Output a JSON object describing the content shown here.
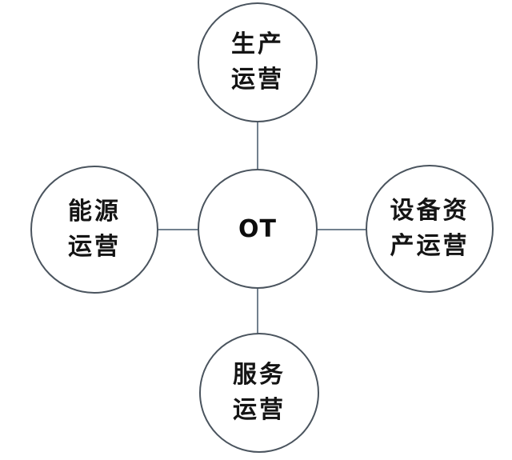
{
  "diagram": {
    "title": "OT operations hub diagram",
    "center": {
      "label": "OT"
    },
    "nodes": [
      {
        "id": "top",
        "position": "top",
        "lines": [
          "生产",
          "运营"
        ],
        "full_label": "生产运营"
      },
      {
        "id": "left",
        "position": "left",
        "lines": [
          "能源",
          "运营"
        ],
        "full_label": "能源运营"
      },
      {
        "id": "right",
        "position": "right",
        "lines": [
          "设备资",
          "产运营"
        ],
        "full_label": "设备资产运营"
      },
      {
        "id": "bottom",
        "position": "bottom",
        "lines": [
          "服务",
          "运营"
        ],
        "full_label": "服务运营"
      }
    ],
    "colors": {
      "circle_stroke": "#4a545e",
      "connector": "#72818f",
      "text": "#141414",
      "background": "#ffffff"
    }
  }
}
